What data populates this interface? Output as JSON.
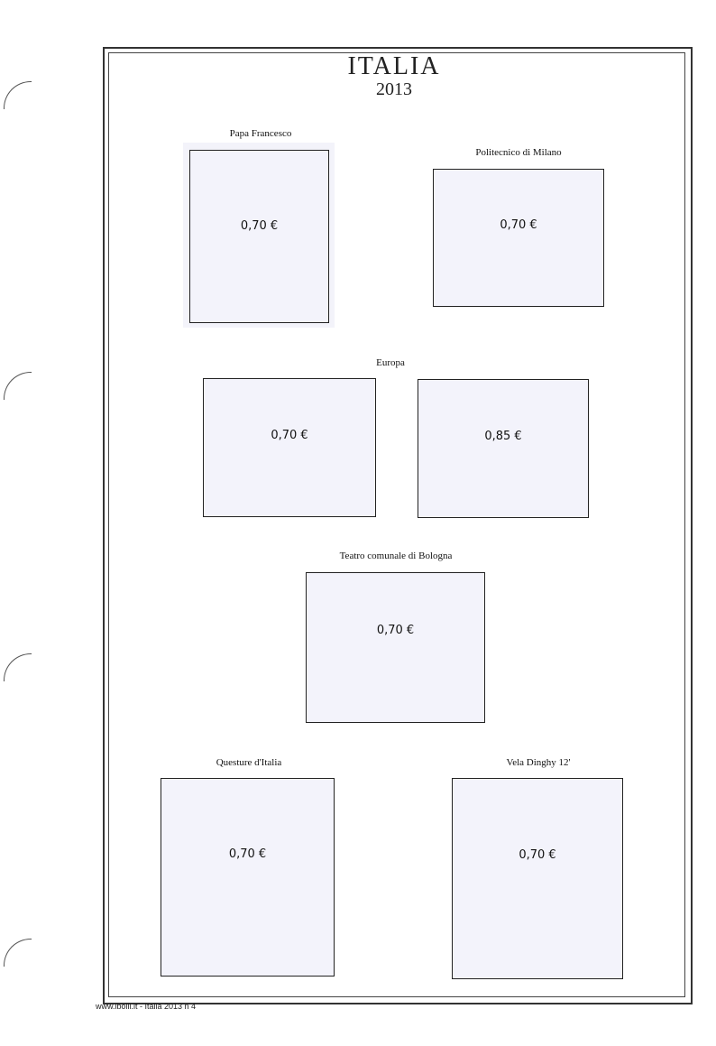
{
  "header": {
    "title": "ITALIA",
    "year": "2013"
  },
  "stamps": [
    {
      "label": "Papa Francesco",
      "value": "0,70 €"
    },
    {
      "label": "Politecnico di Milano",
      "value": "0,70 €"
    },
    {
      "label": "Europa",
      "value": "0,70 €"
    },
    {
      "label": "",
      "value": "0,85 €"
    },
    {
      "label": "Teatro comunale di Bologna",
      "value": "0,70 €"
    },
    {
      "label": "Questure d'Italia",
      "value": "0,70 €"
    },
    {
      "label": "Vela Dinghy 12'",
      "value": "0,70 €"
    }
  ],
  "footer": "www.ibolli.it - Italia 2013 n 4"
}
